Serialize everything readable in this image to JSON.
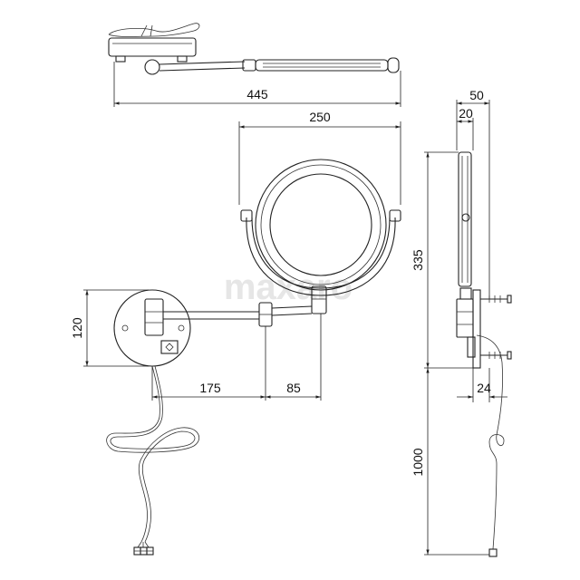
{
  "watermark": "maxaro",
  "dimensions": {
    "overall_length": "445",
    "mirror_diameter": "250",
    "wall_plate_height": "120",
    "arm_length": "175",
    "hinge_offset": "85",
    "side_depth": "50",
    "frame_depth": "20",
    "side_height": "335",
    "mount_depth": "24",
    "cable_length": "1000"
  }
}
